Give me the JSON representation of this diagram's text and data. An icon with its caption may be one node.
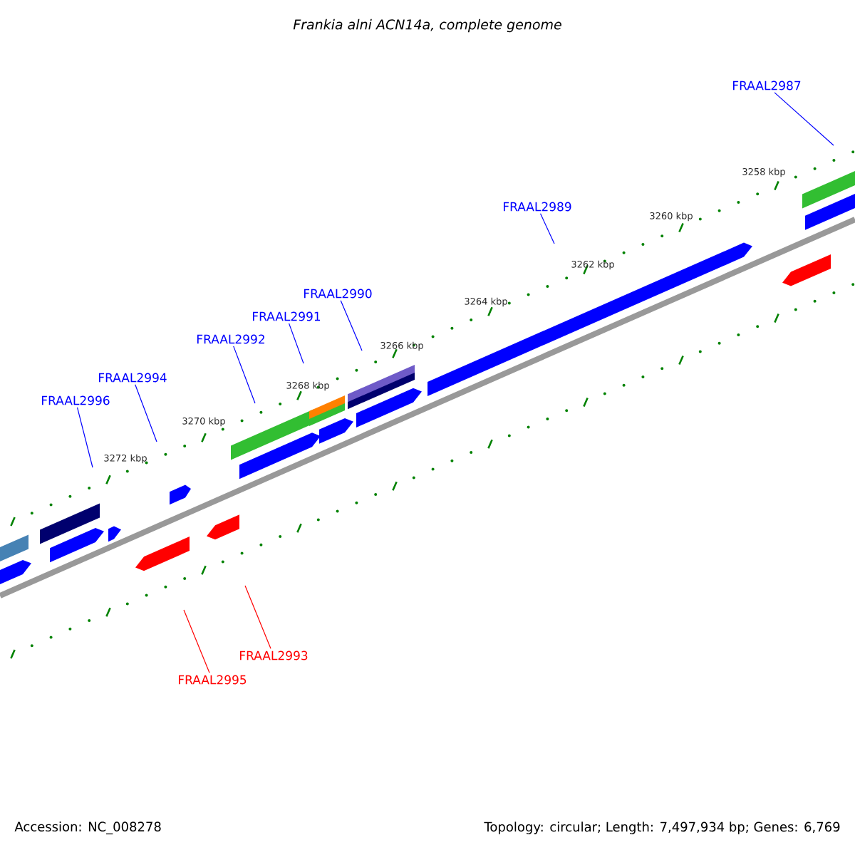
{
  "diagram": {
    "title": "Frankia alni ACN14a, complete genome",
    "nodes": [
      {
        "text": [
          "FRAAL2987"
        ]
      },
      {
        "text": [
          "FRAAL2989"
        ]
      },
      {
        "text": [
          "FRAAL2990"
        ]
      },
      {
        "text": [
          "FRAAL2991"
        ]
      },
      {
        "text": [
          "FRAAL2992"
        ]
      },
      {
        "text": [
          "FRAAL2994"
        ]
      },
      {
        "text": [
          "FRAAL2996"
        ]
      },
      {
        "text": [
          "FRAAL2993"
        ]
      },
      {
        "text": [
          "FRAAL2995"
        ]
      }
    ],
    "edges": [
      {
        "from": 0,
        "to": null,
        "arrow": "none"
      },
      {
        "from": 1,
        "to": null,
        "arrow": "none"
      },
      {
        "from": 2,
        "to": null,
        "arrow": "none"
      },
      {
        "from": 3,
        "to": null,
        "arrow": "none"
      },
      {
        "from": 4,
        "to": null,
        "arrow": "none"
      },
      {
        "from": 5,
        "to": null,
        "arrow": "none"
      },
      {
        "from": 6,
        "to": null,
        "arrow": "none"
      },
      {
        "from": 7,
        "to": null,
        "arrow": "none",
        "color": "#ff0000"
      },
      {
        "from": 8,
        "to": null,
        "arrow": "none",
        "color": "#ff0000"
      }
    ],
    "labels": [
      "3258 kbp",
      "3260 kbp",
      "3262 kbp",
      "3264 kbp",
      "3266 kbp",
      "3268 kbp",
      "3270 kbp",
      "3272 kbp",
      "Accession: NC_008278",
      "Topology: circular; Length: 7,497,934 bp; Genes: 6,769"
    ]
  }
}
